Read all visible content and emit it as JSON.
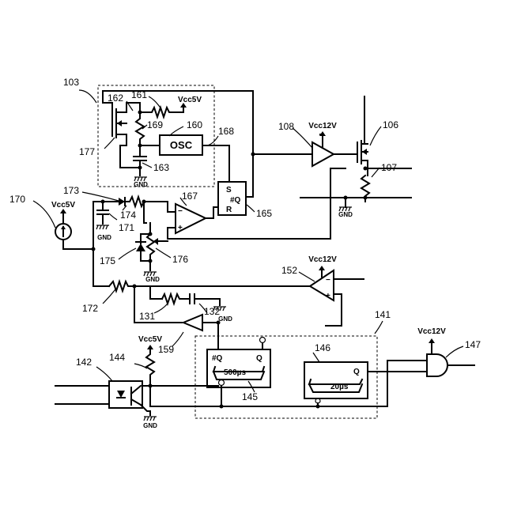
{
  "labels": {
    "r103": "103",
    "r106": "106",
    "r107": "107",
    "r108": "108",
    "r131": "131",
    "r132": "132",
    "r141": "141",
    "r142": "142",
    "r144": "144",
    "r145": "145",
    "r146": "146",
    "r147": "147",
    "r152": "152",
    "r159": "159",
    "r160": "160",
    "r161": "161",
    "r162": "162",
    "r163": "163",
    "r165": "165",
    "r167": "167",
    "r168": "168",
    "r169": "169",
    "r170": "170",
    "r171": "171",
    "r172": "172",
    "r173": "173",
    "r174": "174",
    "r175": "175",
    "r176": "176",
    "r177": "177"
  },
  "supply": {
    "vcc5v": "Vcc5V",
    "vcc12v": "Vcc12V",
    "gnd": "GND"
  },
  "blocks": {
    "osc": "OSC",
    "sr_s": "S",
    "sr_q": "#Q",
    "sr_r": "R",
    "mono500_nq": "#Q",
    "mono500_q": "Q",
    "mono500_time": "500µs",
    "mono20_q": "Q",
    "mono20_time": "20µs"
  }
}
